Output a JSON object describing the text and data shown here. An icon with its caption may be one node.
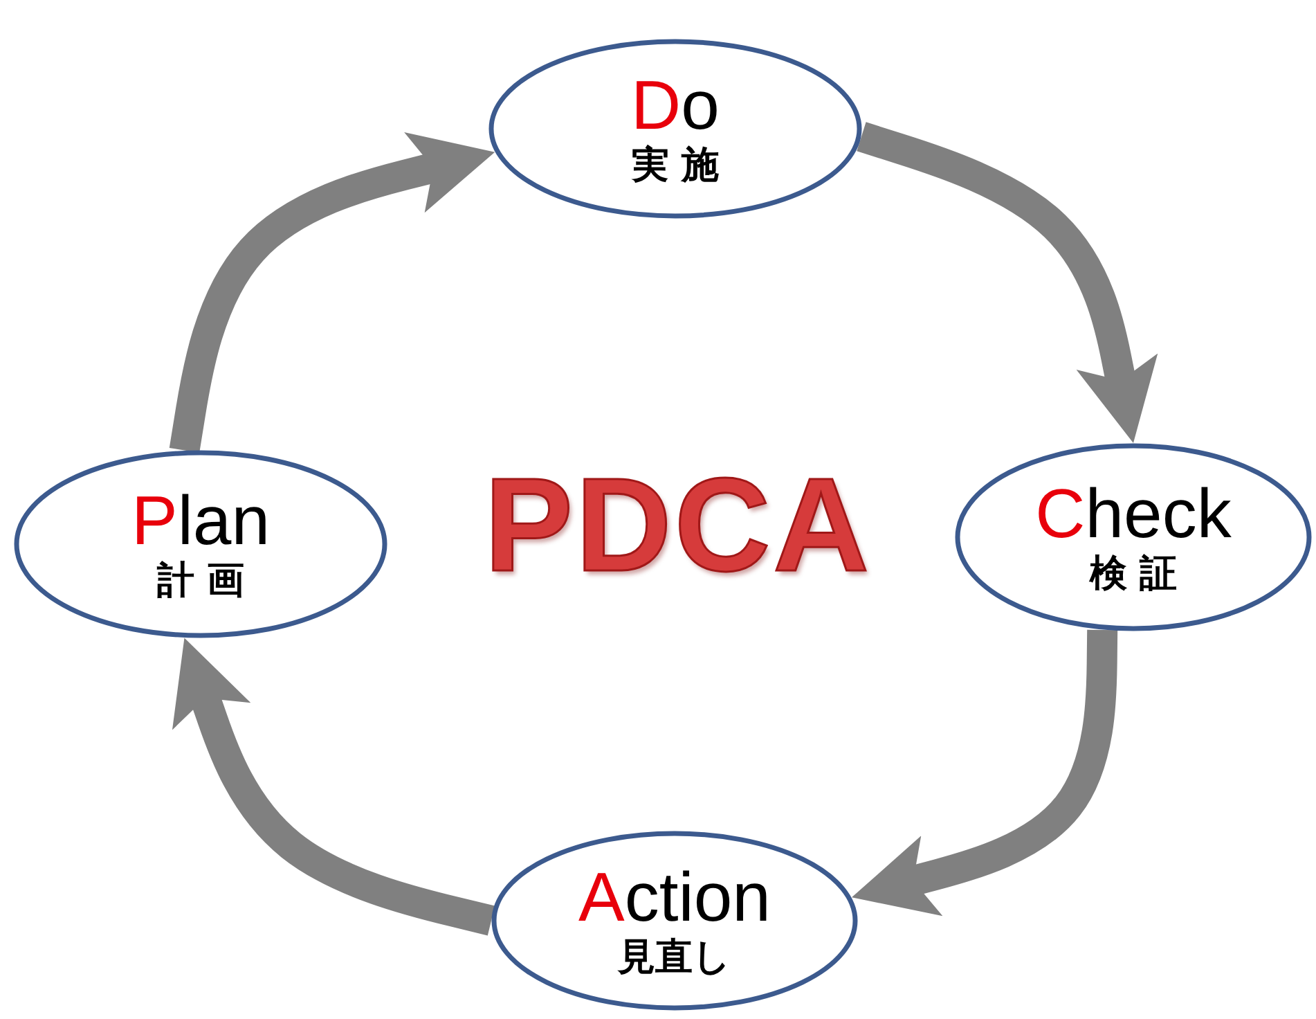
{
  "diagram": {
    "title": "PDCA",
    "nodes": [
      {
        "text": [
          "Do",
          "実 施"
        ]
      },
      {
        "text": [
          "Check",
          "検 証"
        ]
      },
      {
        "text": [
          "Action",
          "見直し"
        ]
      },
      {
        "text": [
          "Plan",
          "計 画"
        ]
      }
    ],
    "edges": [
      {
        "from": 3,
        "to": 0,
        "arrow": "to"
      },
      {
        "from": 0,
        "to": 1,
        "arrow": "to"
      },
      {
        "from": 1,
        "to": 2,
        "arrow": "to"
      },
      {
        "from": 2,
        "to": 3,
        "arrow": "to"
      }
    ]
  }
}
